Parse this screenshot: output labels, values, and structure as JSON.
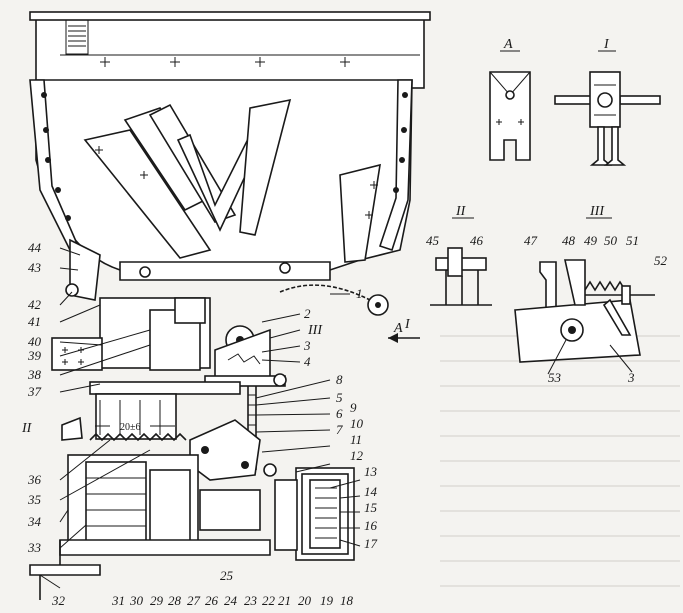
{
  "colors": {
    "ink": "#1a1a1a",
    "paper": "#f4f3f0",
    "bleed_text": "#c9c7c2"
  },
  "views": {
    "A": "A",
    "I": "I",
    "II": "II",
    "III": "III"
  },
  "callouts": {
    "arrow_A": "A",
    "arrow_I": "I",
    "arrow_II": "II",
    "arrow_III": "III"
  },
  "part_numbers": [
    "1",
    "2",
    "3",
    "4",
    "5",
    "6",
    "7",
    "8",
    "9",
    "10",
    "11",
    "12",
    "13",
    "14",
    "15",
    "16",
    "17",
    "18",
    "19",
    "20",
    "21",
    "22",
    "23",
    "24",
    "25",
    "26",
    "27",
    "28",
    "29",
    "30",
    "31",
    "32",
    "33",
    "34",
    "35",
    "36",
    "37",
    "38",
    "39",
    "40",
    "41",
    "42",
    "43",
    "44",
    "45",
    "46",
    "47",
    "48",
    "49",
    "50",
    "51",
    "52",
    "53"
  ],
  "detail_III_part3": "3",
  "dimension_label": "20±6"
}
